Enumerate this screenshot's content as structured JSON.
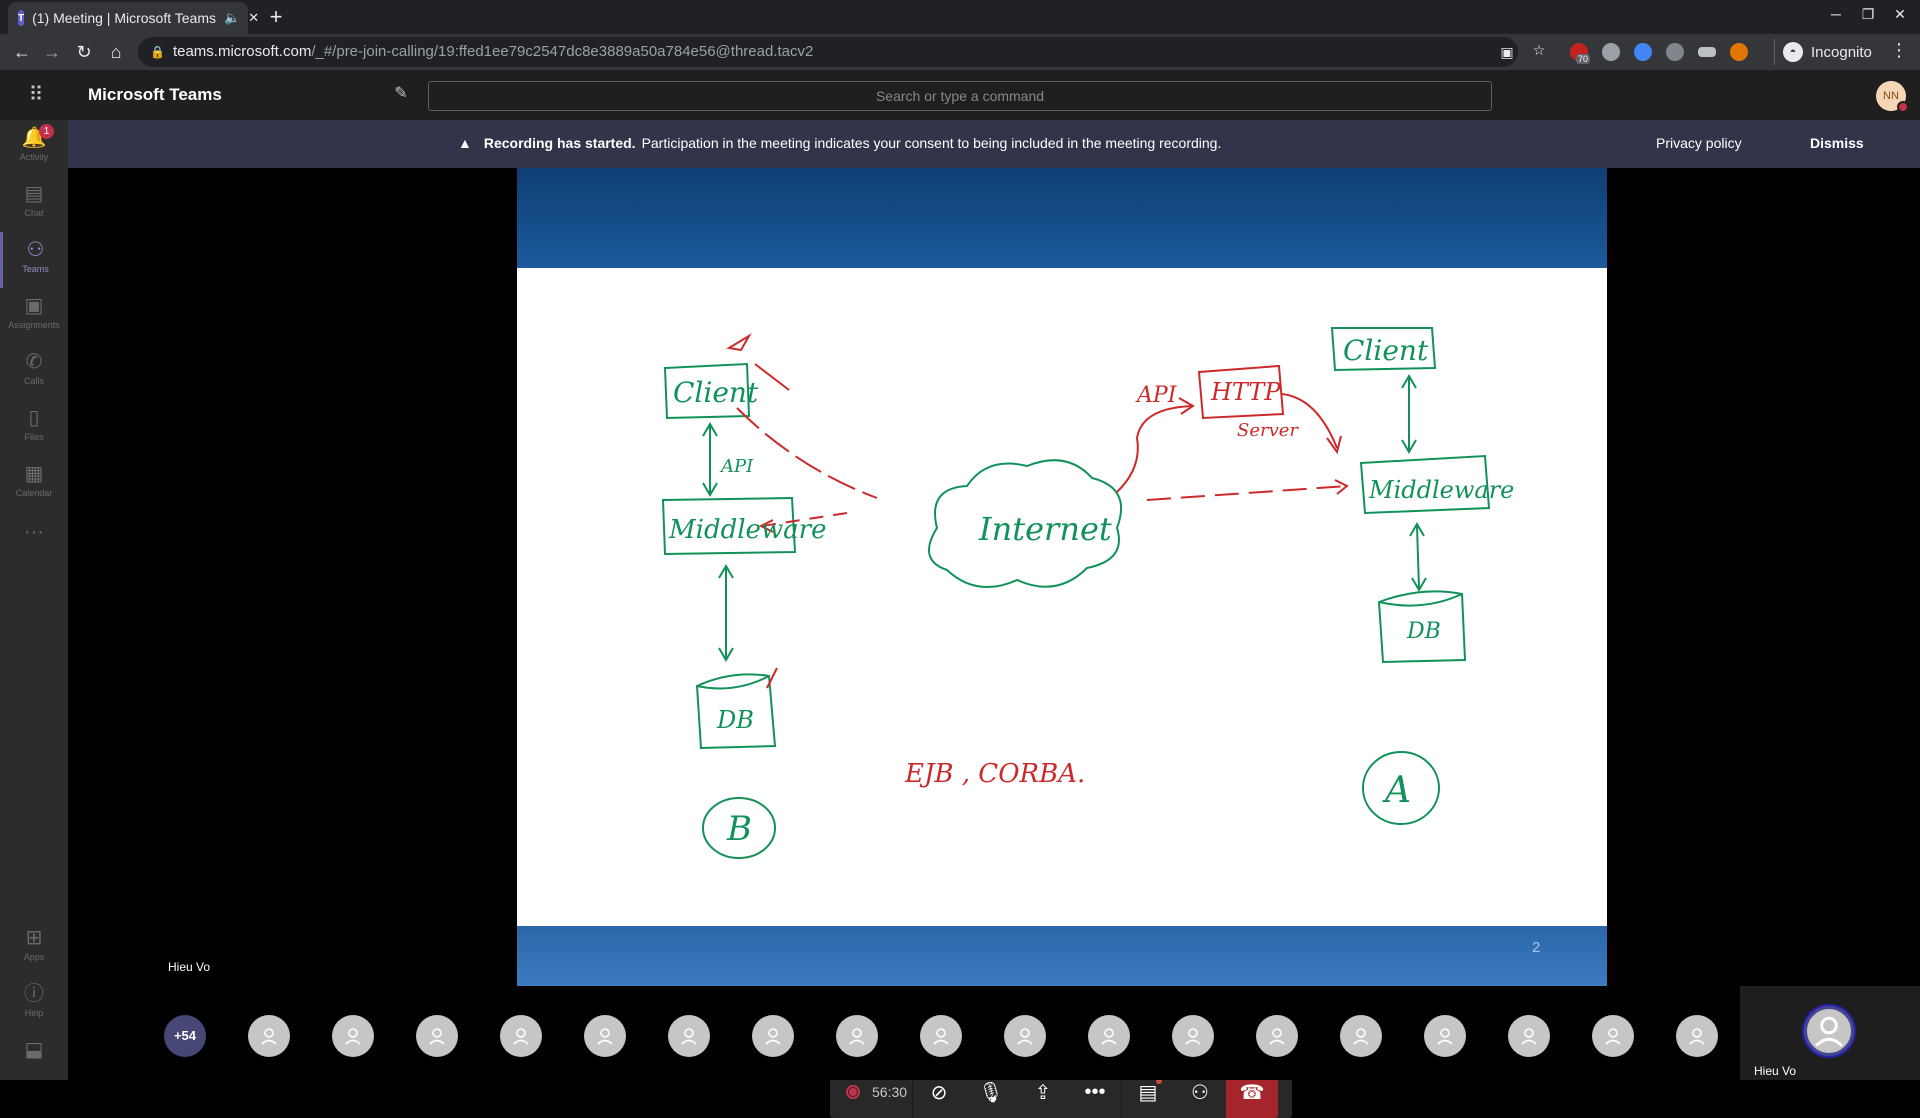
{
  "browser": {
    "tab_title": "(1) Meeting | Microsoft Teams",
    "url_host": "teams.microsoft.com",
    "url_path": "/_#/pre-join-calling/19:ffed1ee79c2547dc8e3889a50a784e56@thread.tacv2",
    "profile_label": "Incognito",
    "extension_badge": "70"
  },
  "teams": {
    "app_name": "Microsoft Teams",
    "search_placeholder": "Search or type a command",
    "user_initials": "NN"
  },
  "rail": {
    "items": [
      {
        "label": "Activity",
        "icon": "bell-icon",
        "badge": "1"
      },
      {
        "label": "Chat",
        "icon": "chat-icon"
      },
      {
        "label": "Teams",
        "icon": "teams-icon"
      },
      {
        "label": "Assignments",
        "icon": "assignments-icon"
      },
      {
        "label": "Calls",
        "icon": "phone-icon"
      },
      {
        "label": "Files",
        "icon": "file-icon"
      },
      {
        "label": "Calendar",
        "icon": "calendar-icon"
      },
      {
        "label": "Apps",
        "icon": "apps-icon"
      },
      {
        "label": "Help",
        "icon": "help-icon"
      }
    ]
  },
  "banner": {
    "title": "Recording has started.",
    "message": "Participation in the meeting indicates your consent to being included in the meeting recording.",
    "privacy_label": "Privacy policy",
    "dismiss_label": "Dismiss"
  },
  "slide": {
    "page_number": "2",
    "presenter_name": "Hieu Vo",
    "whiteboard": {
      "left_client": "Client",
      "left_middleware": "Middleware",
      "left_db": "DB",
      "left_api": "API",
      "left_circle": "B",
      "internet": "Internet",
      "right_client": "Client",
      "right_middleware": "Middleware",
      "right_db": "DB",
      "right_circle": "A",
      "http_server_box": "HTTP",
      "http_server_sub": "Server",
      "http_api": "API",
      "tech_note": "EJB ,  CORBA."
    }
  },
  "controls": {
    "timer": "56:30"
  },
  "participants": {
    "overflow_label": "+54",
    "count_visible": 18,
    "self_name": "Hieu Vo"
  },
  "colors": {
    "accent": "#6264a7",
    "banner_bg": "#33344a",
    "hangup": "#a4262c",
    "ink_green": "#12925a",
    "ink_red": "#cc2a2a"
  }
}
